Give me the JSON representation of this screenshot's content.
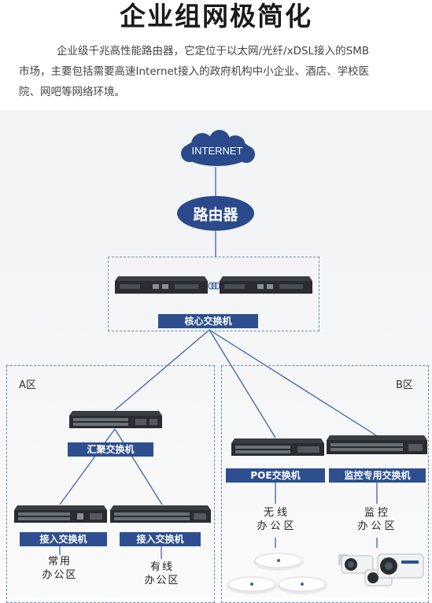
{
  "header": {
    "title": "企业组网极简化",
    "description_line1": "企业级千兆高性能路由器，它定位于以太网/光纤/xDSL接入的SMB",
    "description_line2": "市场，主要包括需要高速Internet接入的政府机构中小企业、酒店、学校医",
    "description_line3": "院、网吧等网络环境。"
  },
  "diagram": {
    "internet_label": "INTERNET",
    "router_label": "路由器",
    "core_switch_label": "核心交换机",
    "zone_a_label": "A区",
    "zone_b_label": "B区",
    "aggregation_switch_label": "汇聚交换机",
    "access_switch_label_1": "接入交换机",
    "access_switch_label_2": "接入交换机",
    "poe_switch_label": "POE交换机",
    "monitor_switch_label": "监控专用交换机",
    "office_common_line1": "常用",
    "office_common_line2": "办公区",
    "office_wired_line1": "有线",
    "office_wired_line2": "办公区",
    "office_wireless_line1": "无线",
    "office_wireless_line2": "办公区",
    "office_monitor_line1": "监控",
    "office_monitor_line2": "办公区"
  },
  "colors": {
    "accent": "#2d4f8f",
    "line": "#3f62a6",
    "cloud": "#2b4a8b"
  }
}
